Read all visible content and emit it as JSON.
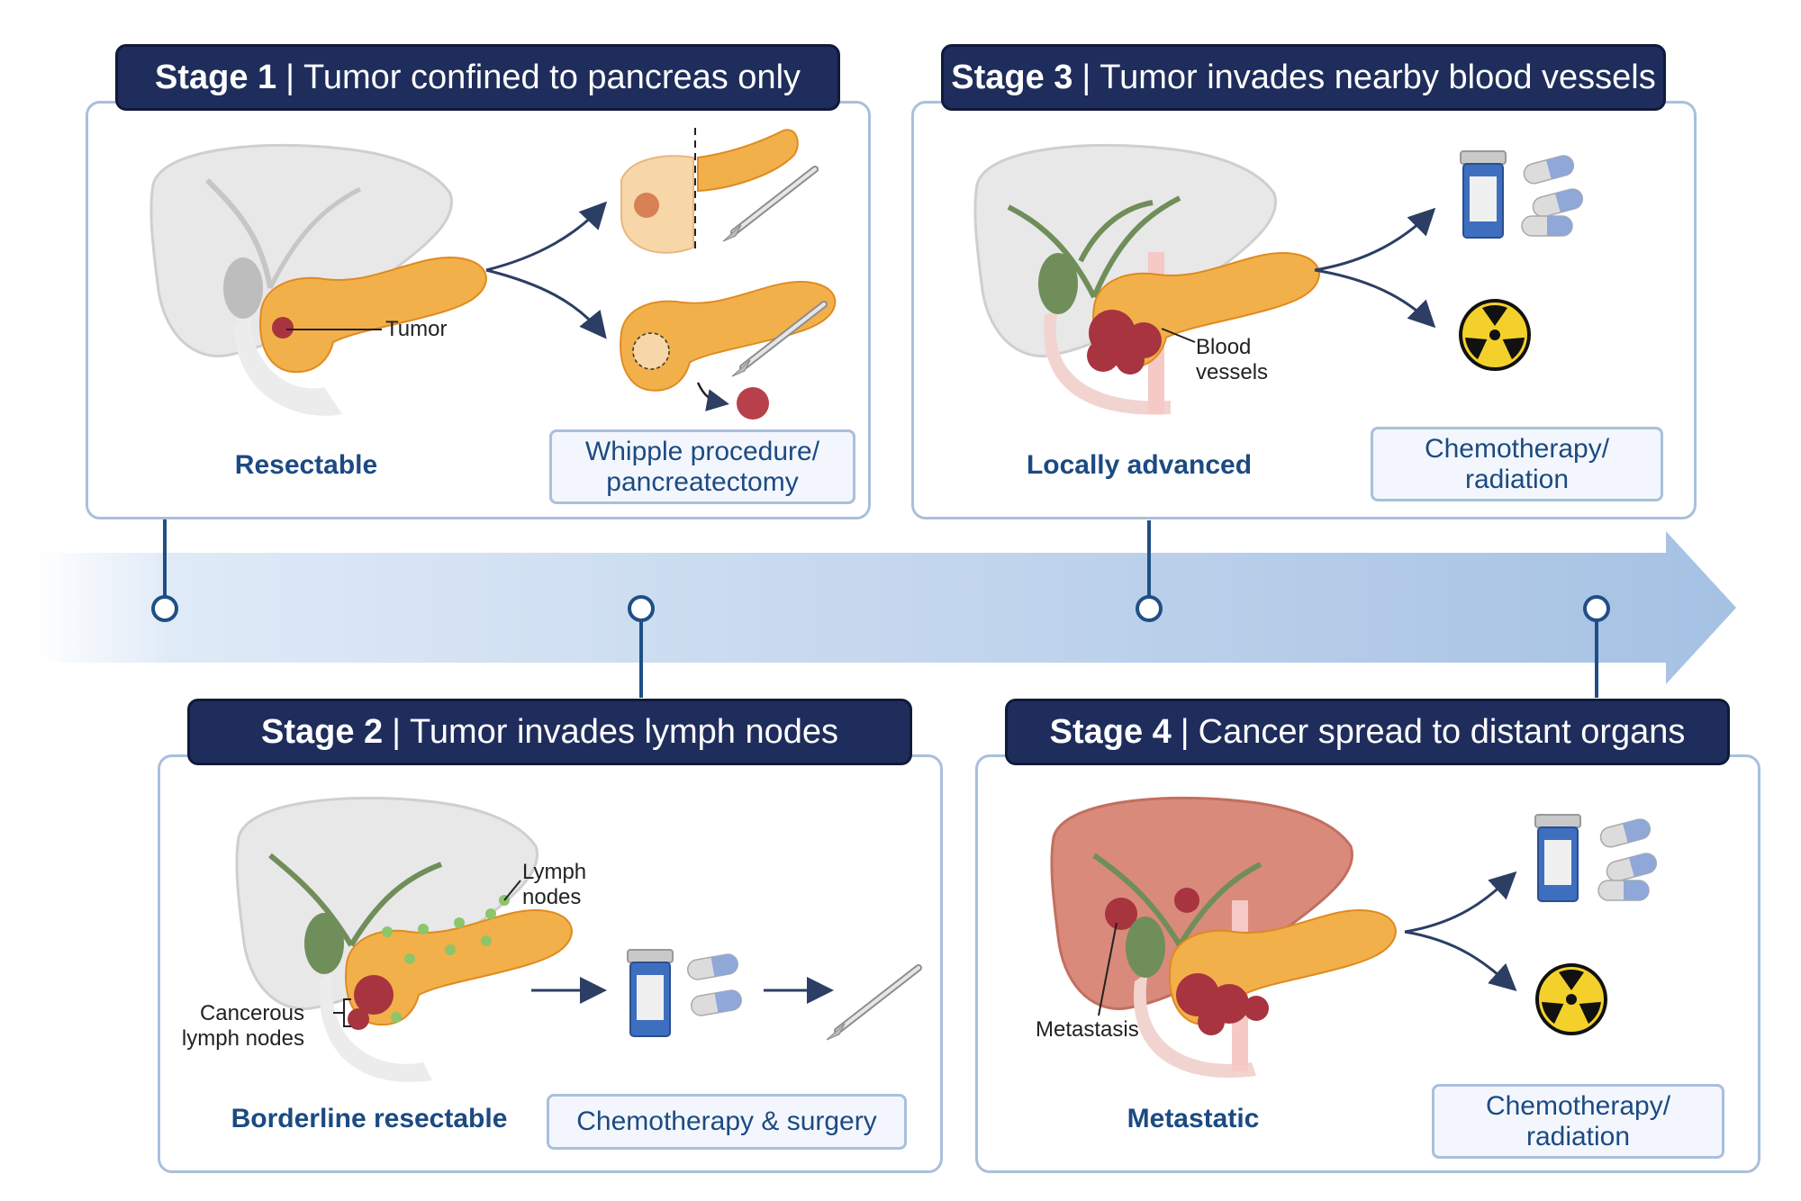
{
  "stages": [
    {
      "number": "Stage 1",
      "description": "Tumor confined to pancreas only",
      "category": "Resectable",
      "treatment": "Whipple procedure/\npancreatectomy",
      "labels": [
        "Tumor"
      ]
    },
    {
      "number": "Stage 2",
      "description": "Tumor invades lymph nodes",
      "category": "Borderline resectable",
      "treatment": "Chemotherapy & surgery",
      "labels": [
        "Lymph\nnodes",
        "Cancerous\nlymph nodes"
      ]
    },
    {
      "number": "Stage 3",
      "description": "Tumor invades nearby blood vessels",
      "category": "Locally advanced",
      "treatment": "Chemotherapy/\nradiation",
      "labels": [
        "Blood\nvessels"
      ]
    },
    {
      "number": "Stage 4",
      "description": "Cancer spread to distant organs",
      "category": "Metastatic",
      "treatment": "Chemotherapy/\nradiation",
      "labels": [
        "Metastasis"
      ]
    }
  ],
  "separator": "|",
  "colors": {
    "header_bg": "#1f2d5c",
    "panel_border": "#a9bfdc",
    "category_text": "#1c4a82",
    "timeline_arrow": "#a7c3e6",
    "pancreas": "#f2b04a",
    "tumor": "#a8343f",
    "liver_healthy": "#e4e4e4",
    "liver_diseased": "#d98a7a",
    "bile_duct": "#6f8e5a",
    "lymph_node": "#8cc56a"
  },
  "icons": [
    "liver-pancreas-icon",
    "scalpel-icon",
    "pill-bottle-icon",
    "capsule-icon",
    "radiation-icon",
    "tumor-icon",
    "arrow-icon"
  ]
}
